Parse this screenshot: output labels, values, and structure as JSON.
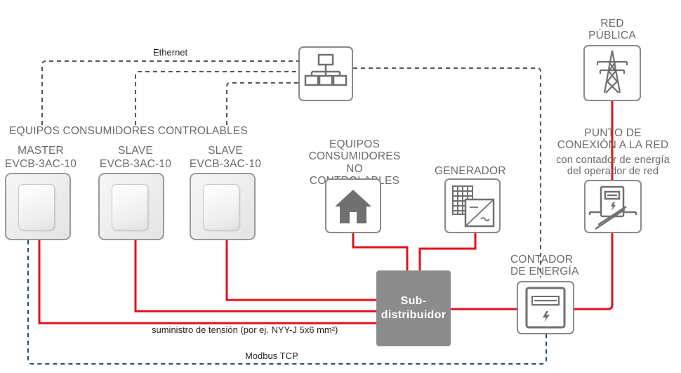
{
  "labels": {
    "ethernet": "Ethernet",
    "controllable_group": "EQUIPOS CONSUMIDORES CONTROLABLES",
    "red_publica": "RED\nPÚBLICA",
    "punto_conexion": "PUNTO DE\nCONEXIÓN A LA RED",
    "punto_conexion_sub": "con contador de energía\ndel operador de red",
    "no_controlables": "EQUIPOS\nCONSUMIDORES\nNO CONTROLABLES",
    "generador": "GENERADOR",
    "contador": "CONTADOR\nDE ENERGÍA",
    "subdistribuidor": "Sub-\ndistribuidor",
    "suministro": "suministro de tensión (por ej. NYY-J 5x6 mm²)",
    "modbus": "Modbus TCP"
  },
  "devices": [
    {
      "role": "MASTER",
      "model": "EVCB-3AC-10"
    },
    {
      "role": "SLAVE",
      "model": "EVCB-3AC-10"
    },
    {
      "role": "SLAVE",
      "model": "EVCB-3AC-10"
    }
  ],
  "colors": {
    "power_line": "#e3111b",
    "ethernet_line": "#555555",
    "modbus_line": "#1f4e79",
    "box_border": "#8a8a8a",
    "icon_gray": "#707070"
  },
  "icons": [
    "network-switch-icon",
    "house-icon",
    "solar-inverter-icon",
    "power-tower-icon",
    "grid-meter-icon",
    "energy-meter-icon",
    "wallbox-icon"
  ]
}
